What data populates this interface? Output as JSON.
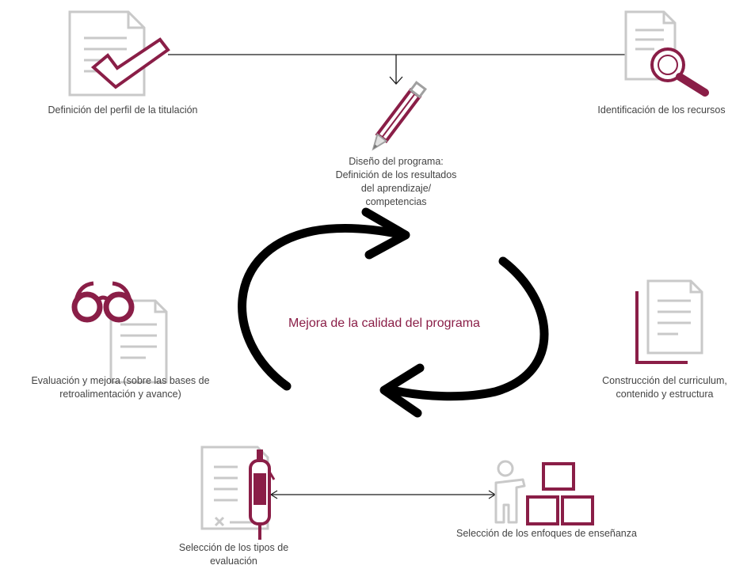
{
  "center": {
    "title": "Mejora de la calidad del programa"
  },
  "nodes": {
    "perfil": {
      "label": "Definición del perfil de la titulación",
      "icon": "document-check-icon"
    },
    "recursos": {
      "label": "Identificación de los recursos",
      "icon": "document-magnifier-icon"
    },
    "diseno": {
      "label": "Diseño del programa:\nDefinición de los resultados\ndel aprendizaje/\ncompetencias",
      "icon": "pencil-icon"
    },
    "curriculum": {
      "label": "Construcción del curriculum,\ncontenido y estructura",
      "icon": "stacked-documents-icon"
    },
    "enfoques": {
      "label": "Selección de los enfoques de enseñanza",
      "icon": "teacher-blocks-icon"
    },
    "evaluacion_tipos": {
      "label": "Selección de los tipos de\nevaluación",
      "icon": "clipboard-pen-icon"
    },
    "evaluacion_mejora": {
      "label": "Evaluación y mejora (sobre las bases de\nretroalimentación y avance)",
      "icon": "glasses-document-icon"
    }
  },
  "colors": {
    "accent": "#8a1e47",
    "icon_gray": "#c9c9c9",
    "line": "#1a1a1a",
    "text": "#444444"
  }
}
